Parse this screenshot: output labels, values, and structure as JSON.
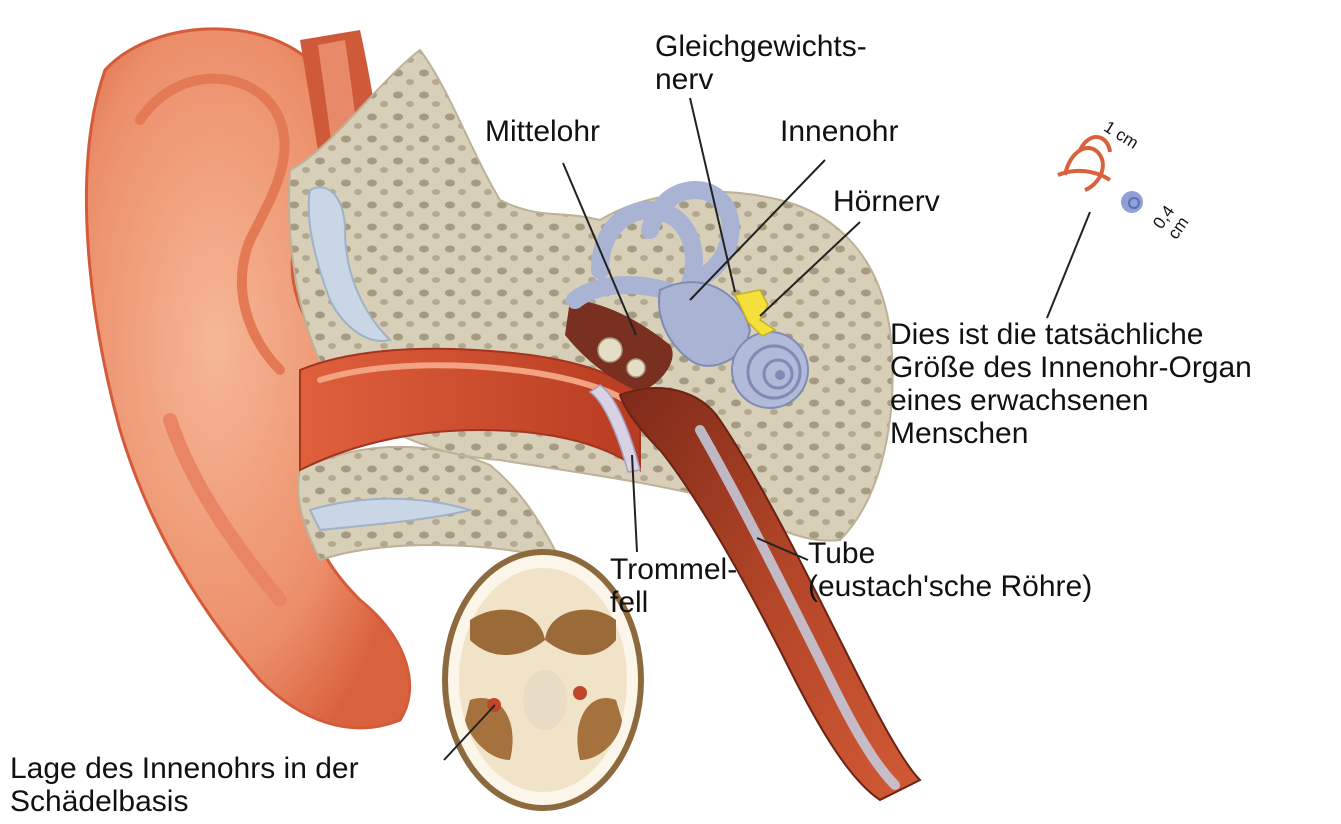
{
  "labels": {
    "gleichgewichtsnerv": "Gleichgewichts-\nnerv",
    "mittelohr": "Mittelohr",
    "innenohr": "Innenohr",
    "hoernerv": "Hörnerv",
    "size_note": "Dies ist die tatsächliche\nGröße des Innenohr-Organ\neines erwachsenen\nMenschen",
    "trommelfell": "Trommel-\nfell",
    "tube": "Tube\n(eustach'sche Röhre)",
    "lage": "Lage des Innenohrs in der\nSchädelbasis",
    "scale_1cm": "1 cm",
    "scale_04cm": "0,4\ncm"
  },
  "colors": {
    "skin": "#f0a07e",
    "skin_dark": "#d9623e",
    "canal": "#c0452a",
    "bone": "#d8cfb8",
    "inner_ear": "#a9b3d4",
    "nerve": "#f4e03a",
    "tube": "#9c3a22",
    "label_text": "#111111"
  }
}
